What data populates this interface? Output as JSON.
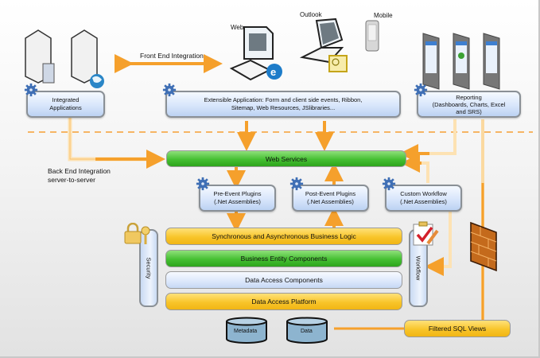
{
  "diagram": {
    "title": "",
    "top_clients": {
      "web_label": "Web",
      "outlook_label": "Outlook",
      "mobile_label": "Mobile"
    },
    "front_end_label": "Front End Integration",
    "back_end_label_line1": "Back End Integration",
    "back_end_label_line2": "server-to-server",
    "integrated_apps": {
      "line1": "Integrated",
      "line2": "Applications"
    },
    "extensible_app": {
      "line1": "Extensible Application: Form and client side events, Ribbon,",
      "line2": "Sitemap, Web Resources, JSlibraries..."
    },
    "reporting": {
      "line1": "Reporting",
      "line2": "(Dashboards, Charts, Excel",
      "line3": "and SRS)"
    },
    "web_services": "Web Services",
    "plugins": [
      {
        "line1": "Pre-Event Plugins",
        "line2": "(.Net Assemblies)"
      },
      {
        "line1": "Post-Event Plugins",
        "line2": "(.Net Assemblies)"
      },
      {
        "line1": "Custom Workflow",
        "line2": "(.Net Assemblies)"
      }
    ],
    "layers": [
      {
        "label": "Synchronous and Asynchronous Business Logic",
        "style": "yellow"
      },
      {
        "label": "Business Entity Components",
        "style": "green"
      },
      {
        "label": "Data Access Components",
        "style": "blue"
      },
      {
        "label": "Data Access Platform",
        "style": "yellow"
      }
    ],
    "security_label": "Security",
    "workflow_label": "Workflow",
    "databases": [
      {
        "label": "Metadata"
      },
      {
        "label": "Data"
      }
    ],
    "filtered_sql": "Filtered SQL Views",
    "colors": {
      "arrow": "#f5a02c",
      "arrow_light": "#fde7c0",
      "gear": "#3f6fb5",
      "dashed": "#f6b564"
    }
  }
}
